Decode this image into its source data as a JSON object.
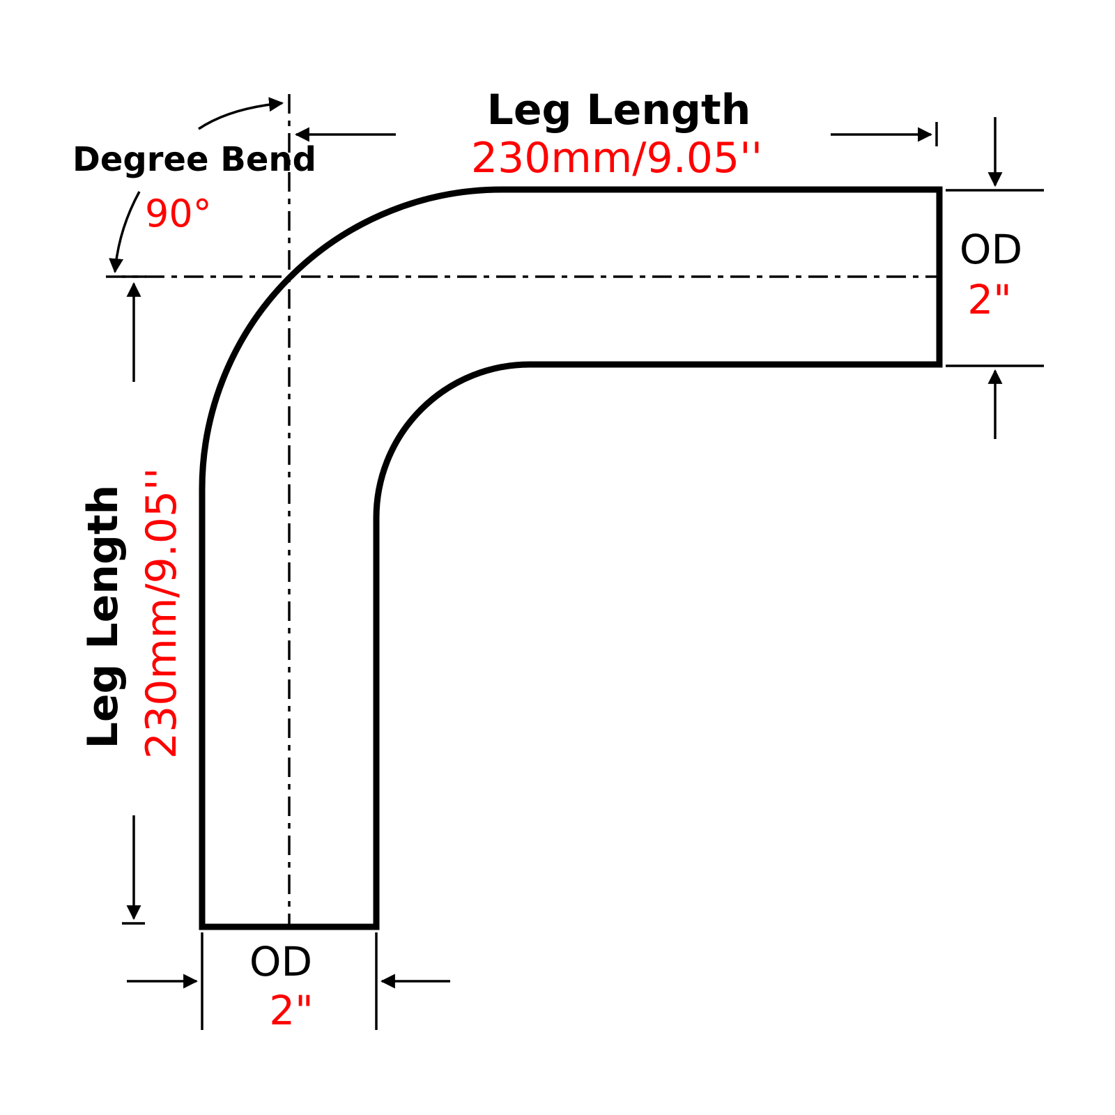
{
  "diagram": {
    "title": "90 Degree Pipe Bend Dimensions",
    "degree_bend": {
      "label": "Degree Bend",
      "value": "90°"
    },
    "leg_length_top": {
      "label": "Leg Length",
      "value": "230mm/9.05''"
    },
    "leg_length_left": {
      "label": "Leg Length",
      "value": "230mm/9.05''"
    },
    "od_right": {
      "label": "OD",
      "value": "2\""
    },
    "od_bottom": {
      "label": "OD",
      "value": "2\""
    },
    "colors": {
      "label_text": "#000000",
      "value_text": "#ff0000",
      "lines": "#000000",
      "background": "#ffffff"
    }
  }
}
